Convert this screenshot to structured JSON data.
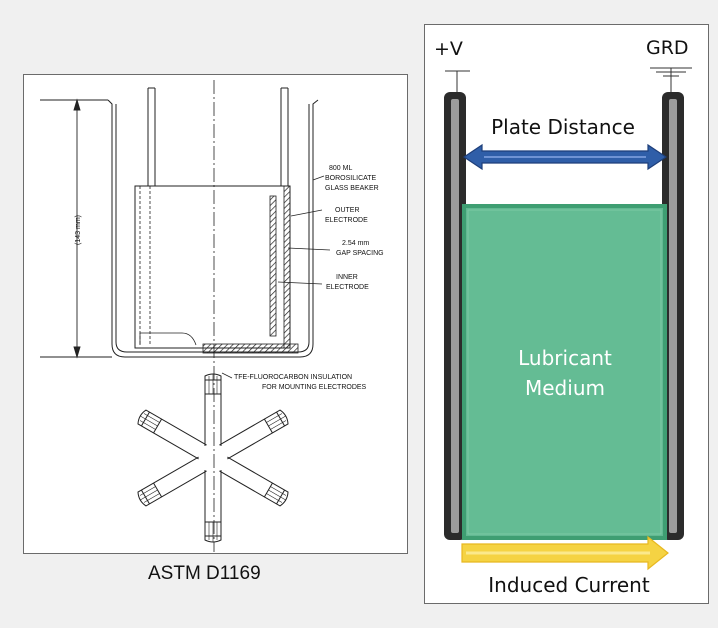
{
  "left_figure": {
    "caption": "ASTM D1169",
    "dimension_label": "(143 mm)",
    "labels": {
      "beaker_line1": "800 ML",
      "beaker_line2": "BOROSILICATE",
      "beaker_line3": "GLASS BEAKER",
      "outer_line1": "OUTER",
      "outer_line2": "ELECTRODE",
      "gap_line1": "2.54 mm",
      "gap_line2": "GAP SPACING",
      "inner_line1": "INNER",
      "inner_line2": "ELECTRODE",
      "tfe_line1": "TFE-FLUOROCARBON INSULATION",
      "tfe_line2": "FOR MOUNTING ELECTRODES"
    }
  },
  "right_figure": {
    "positive_terminal": "+V",
    "ground_terminal": "GRD",
    "distance_label": "Plate Distance",
    "medium_line1": "Lubricant",
    "medium_line2": "Medium",
    "current_label": "Induced Current",
    "colors": {
      "medium_fill": "#62b992",
      "medium_edge": "#3e9e72",
      "distance_arrow": "#2f5ea8",
      "current_arrow": "#f5d343",
      "plate": "#2b2b2b"
    }
  }
}
